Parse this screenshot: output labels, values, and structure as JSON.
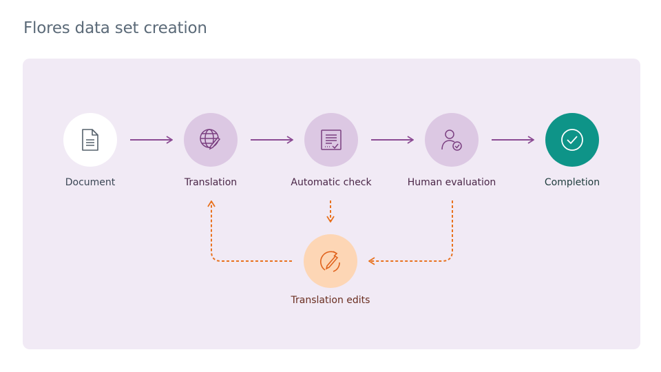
{
  "title": "Flores data set creation",
  "steps": [
    {
      "label": "Document",
      "icon": "document-icon"
    },
    {
      "label": "Translation",
      "icon": "globe-pencil-icon"
    },
    {
      "label": "Automatic check",
      "icon": "checklist-icon"
    },
    {
      "label": "Human evaluation",
      "icon": "person-check-icon"
    },
    {
      "label": "Completion",
      "icon": "check-circle-icon"
    }
  ],
  "edits": {
    "label": "Translation edits",
    "icon": "refresh-pencil-icon"
  },
  "colors": {
    "flow": "#8b4a93",
    "feedback": "#e8711d",
    "completion": "#0e9488",
    "step": "#dcc8e3",
    "edits": "#fdd6b5"
  }
}
